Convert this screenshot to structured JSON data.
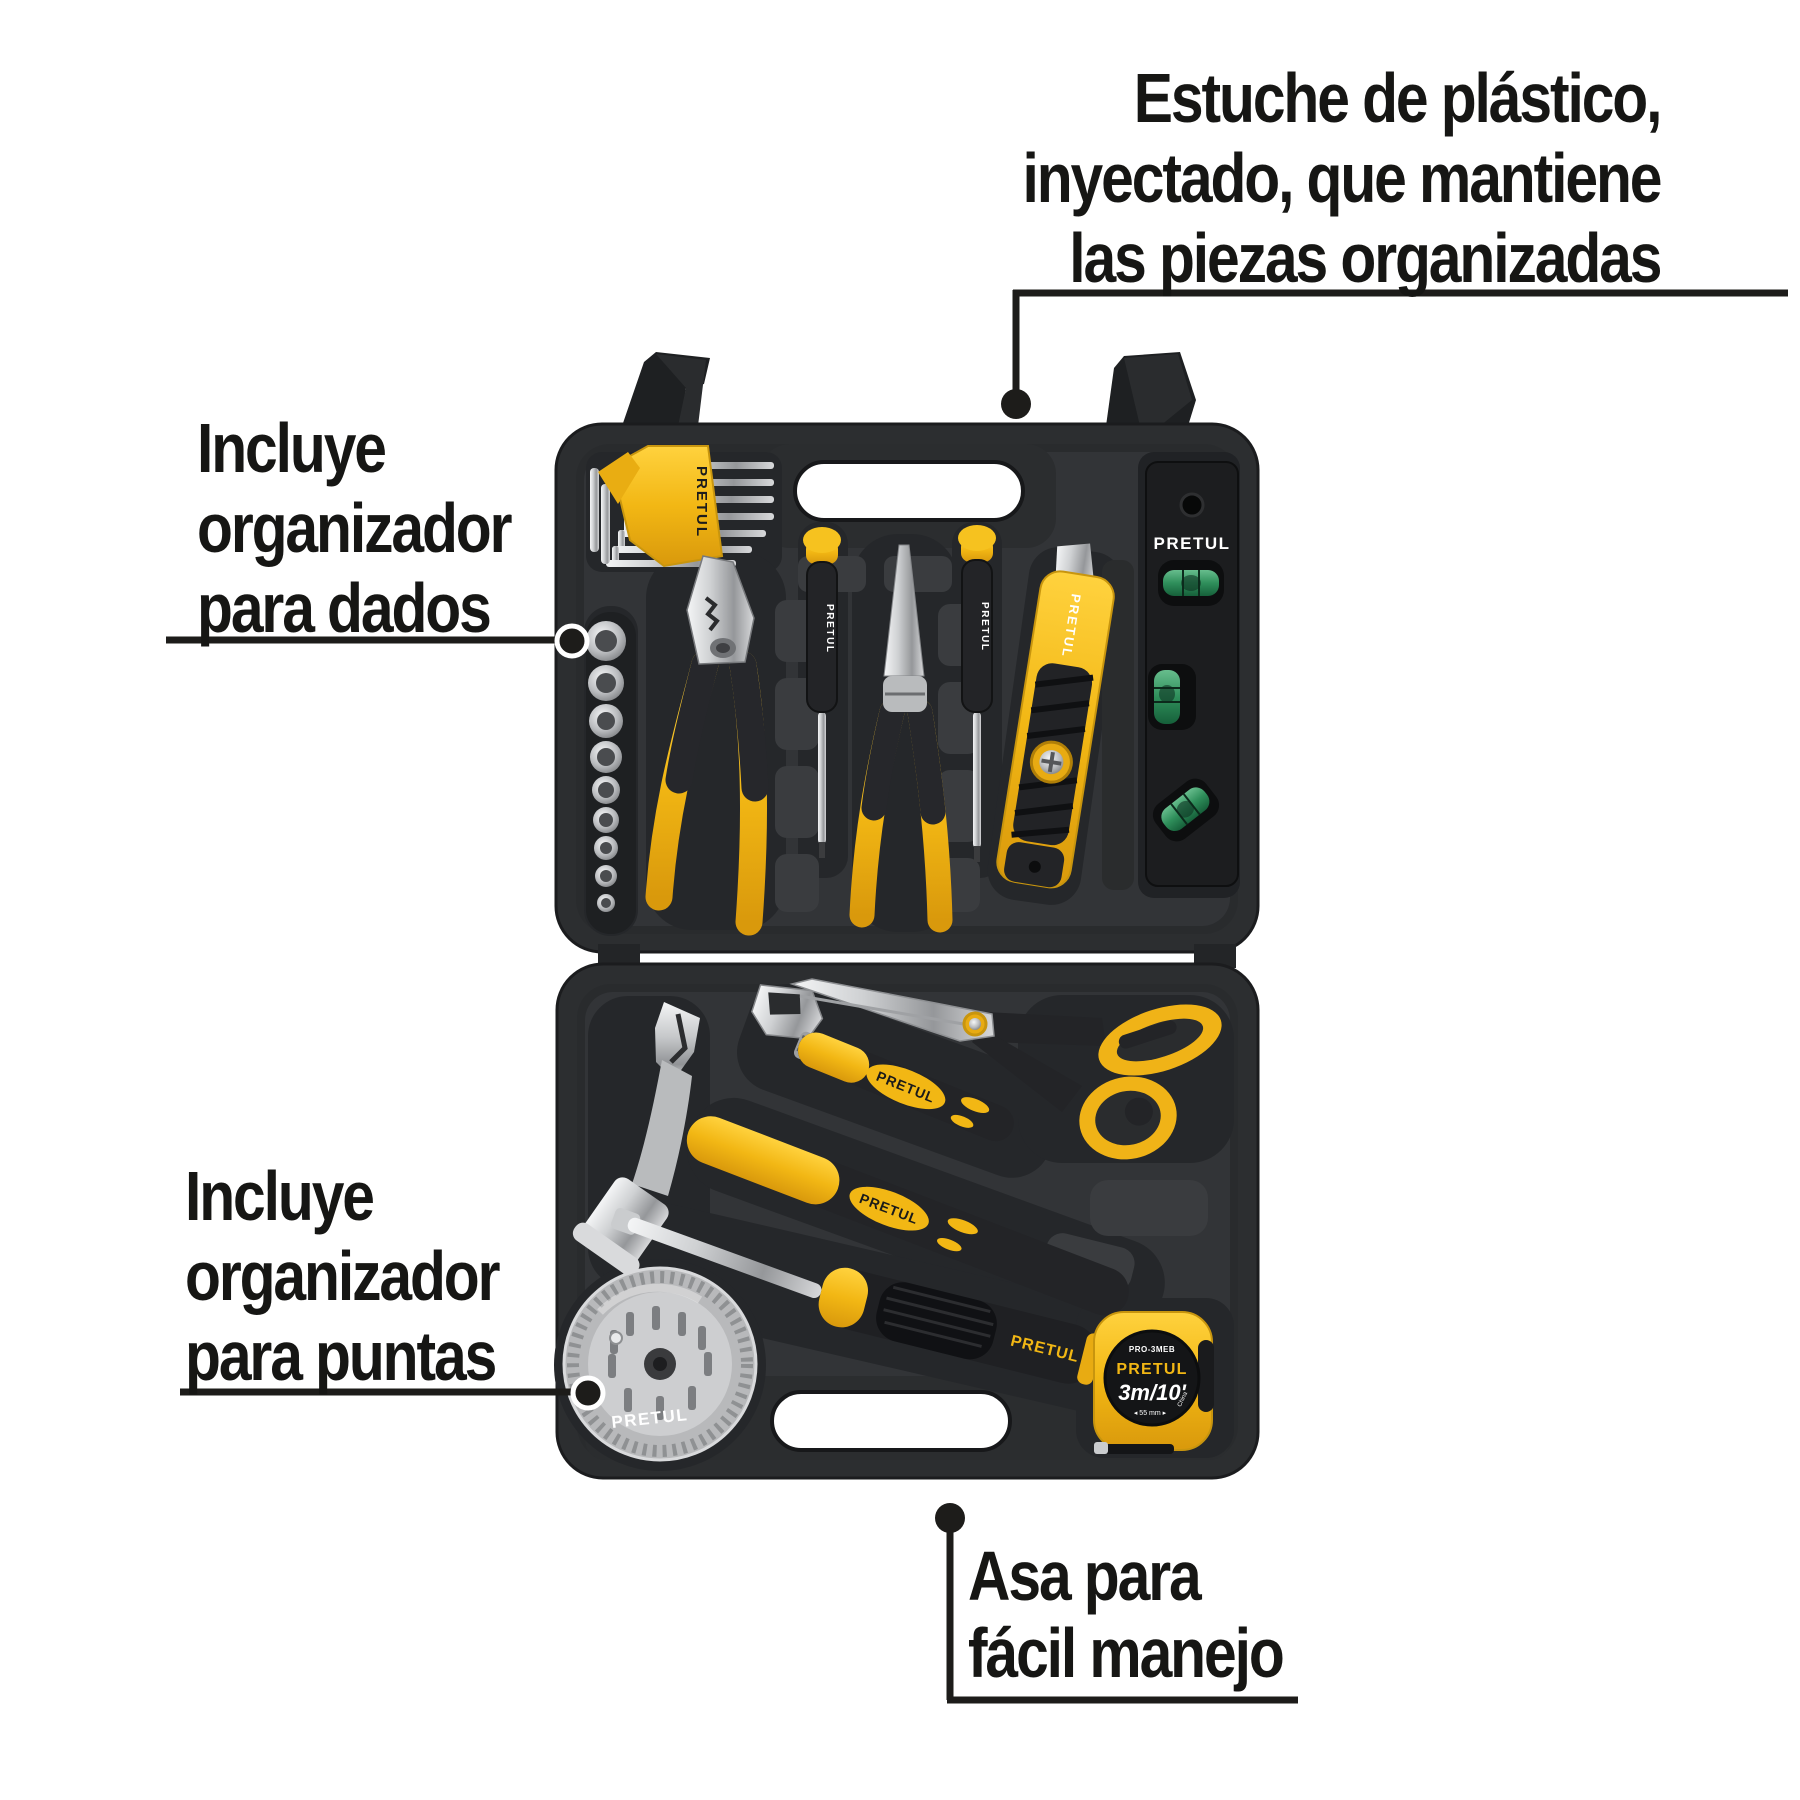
{
  "annotations": {
    "plastic_case": {
      "line1": "Estuche de plástico,",
      "line2": "inyectado, que mantiene",
      "line3": "las piezas organizadas"
    },
    "socket_organizer": {
      "line1": "Incluye",
      "line2": "organizador",
      "line3": "para dados"
    },
    "bit_organizer": {
      "line1": "Incluye",
      "line2": "organizador",
      "line3": "para puntas"
    },
    "handle": {
      "line1": "Asa para",
      "line2": "fácil manejo"
    }
  },
  "brand_marks": {
    "hex_key_holder": "PRETUL",
    "precision_screwdriver_left": "PRETUL",
    "precision_screwdriver_right": "PRETUL",
    "utility_knife": "PRETUL",
    "level": "PRETUL",
    "adjustable_wrench_grip": "PRETUL",
    "hammer_grip": "PRETUL",
    "screwdriver_handle": "PRETUL",
    "bit_disc": "PRETUL"
  },
  "tape_measure": {
    "model": "PRO-3MEB",
    "brand": "PRETUL",
    "capacity": "3m/10'",
    "blade_width": "◂ 55 mm ▸",
    "origin": "China"
  },
  "colors": {
    "accent_yellow": "#f2b714",
    "case_dark": "#2c2e30",
    "callout_black": "#1d1c1a",
    "vial_green": "#2f8f5b"
  }
}
